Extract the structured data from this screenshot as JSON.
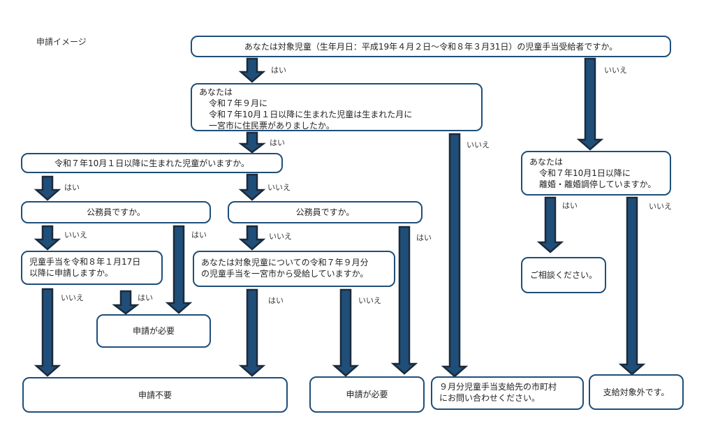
{
  "title": "申請イメージ",
  "colors": {
    "arrow_fill": "#1f4e79",
    "arrow_stroke": "#1b2a3a",
    "box_border": "#1f4e79"
  },
  "boxes": {
    "q1": "あなたは対象児童（生年月日：平成19年４月２日～令和８年３月31日）の児童手当受給者ですか。",
    "q2": {
      "line1": "あなたは",
      "line2": "令和７年９月に",
      "line3": "令和７年10月１日以降に生まれた児童は生まれた月に",
      "line4": "一宮市に住民票がありましたか。"
    },
    "q3": "令和７年10月１日以降に生まれた児童がいますか。",
    "q4a": "公務員ですか。",
    "q4b": "公務員ですか。",
    "q5a": {
      "line1": "児童手当を令和８年１月17日",
      "line2": "以降に申請しますか。"
    },
    "q5b": {
      "line1": "あなたは対象児童についての令和７年９月分",
      "line2": "の児童手当を一宮市から受給していますか。"
    },
    "q6": {
      "line1": "あなたは",
      "line2": "令和７年10月1日以降に",
      "line3": "離婚・離婚調停していますか。"
    },
    "r_need1": "申請が必要",
    "r_noneed": "申請不要",
    "r_need2": "申請が必要",
    "r_contact": {
      "line1": "９月分児童手当支給先の市町村",
      "line2": "にお問い合わせください。"
    },
    "r_consult": "ご相談ください。",
    "r_notelig": "支給対象外です。"
  },
  "labels": {
    "a1": "はい",
    "a2": "いいえ",
    "a3": "はい",
    "a4": "いいえ",
    "a5": "はい",
    "a6": "いいえ",
    "a7": "いいえ",
    "a8": "はい",
    "a9": "いいえ",
    "a10": "はい",
    "a11": "いいえ",
    "a12": "はい",
    "a13": "はい",
    "a14": "いいえ",
    "a15": "はい",
    "a16": "いいえ"
  }
}
